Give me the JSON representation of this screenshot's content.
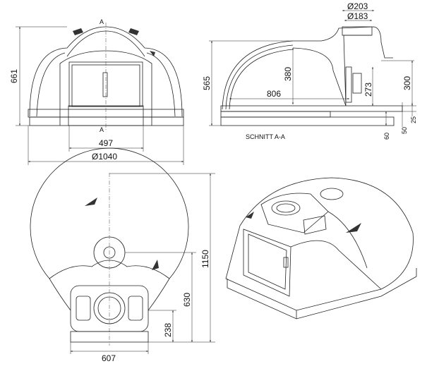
{
  "front_view": {
    "height_label": "661",
    "door_width_label": "497",
    "diameter_label": "Ø1040",
    "section_marker_top": "A",
    "section_marker_bottom": "A"
  },
  "section_view": {
    "title": "SCHNITT A-A",
    "total_height_label": "565",
    "inner_height_label": "380",
    "depth_label": "806",
    "flue_outer_label": "Ø203",
    "flue_inner_label": "Ø183",
    "door_height_label": "273",
    "entrance_height_label": "300",
    "floor_label_25": "25",
    "floor_label_50": "50",
    "floor_label_60": "60"
  },
  "top_view": {
    "total_depth_label": "1150",
    "front_depth_label": "630",
    "front_section_label": "238",
    "front_width_label": "607"
  }
}
